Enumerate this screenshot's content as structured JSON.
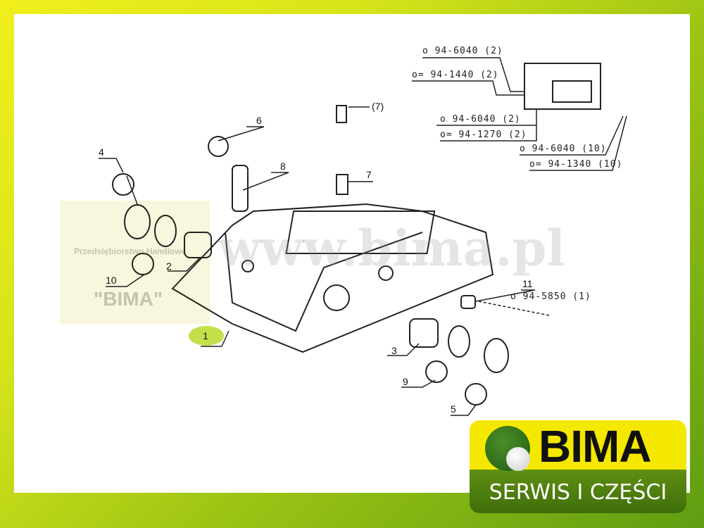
{
  "diagram": {
    "callouts": [
      {
        "id": "1",
        "label": "1"
      },
      {
        "id": "2",
        "label": "2"
      },
      {
        "id": "3",
        "label": "3"
      },
      {
        "id": "4",
        "label": "4"
      },
      {
        "id": "5",
        "label": "5"
      },
      {
        "id": "6",
        "label": "6"
      },
      {
        "id": "7",
        "label": "7"
      },
      {
        "id": "7b",
        "label": "(7)"
      },
      {
        "id": "8",
        "label": "8"
      },
      {
        "id": "9",
        "label": "9"
      },
      {
        "id": "10",
        "label": "10"
      },
      {
        "id": "11",
        "label": "11"
      }
    ],
    "part_refs": [
      "o 94-6040 (2)",
      "o= 94-1440 (2)",
      "o 94-6040 (2)",
      "o= 94-1270 (2)",
      "o 94-6040 (10)",
      "o= 94-1340 (10)",
      "o 94-5850 (1)"
    ]
  },
  "watermark": {
    "website": "www.bima.pl",
    "company_line": "Przedsiębiorstwo Handlowe",
    "company_name": "\"BIMA\""
  },
  "logo": {
    "name": "BIMA",
    "tagline": "SERWIS I CZĘŚCI"
  }
}
